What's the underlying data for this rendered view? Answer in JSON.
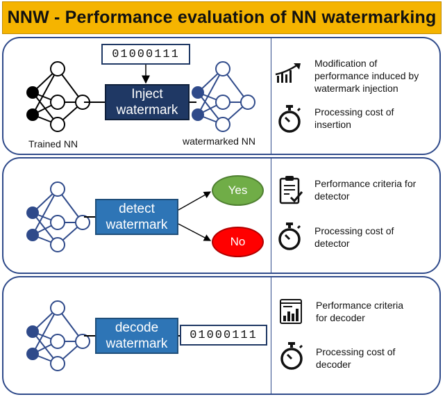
{
  "title": "NNW - Performance evaluation of NN watermarking",
  "panel1": {
    "code": "01000111",
    "action_line1": "Inject",
    "action_line2": "watermark",
    "left_caption": "Trained NN",
    "right_caption": "watermarked NN",
    "metrics": [
      {
        "icon": "chart-growth-icon",
        "lines": [
          "Modification of",
          "performance induced by",
          "watermark injection"
        ]
      },
      {
        "icon": "stopwatch-icon",
        "lines": [
          "Processing cost of",
          "insertion"
        ]
      }
    ]
  },
  "panel2": {
    "action_line1": "detect",
    "action_line2": "watermark",
    "yes_label": "Yes",
    "no_label": "No",
    "metrics": [
      {
        "icon": "clipboard-check-icon",
        "lines": [
          "Performance criteria for",
          "detector"
        ]
      },
      {
        "icon": "stopwatch-icon",
        "lines": [
          "Processing cost of",
          "detector"
        ]
      }
    ]
  },
  "panel3": {
    "action_line1": "decode",
    "action_line2": "watermark",
    "code": "01000111",
    "metrics": [
      {
        "icon": "report-chart-icon",
        "lines": [
          "Performance criteria",
          "for decoder"
        ]
      },
      {
        "icon": "stopwatch-icon",
        "lines": [
          "Processing cost of",
          "decoder"
        ]
      }
    ]
  },
  "colors": {
    "title_bg": "#f5b400",
    "panel_border": "#2f4a8a",
    "dark_box": "#1f3864",
    "blue_box": "#2e75b6",
    "yes": "#70ad47",
    "no": "#ff0000",
    "nn_black": "#000000",
    "nn_blue": "#2f4a8a"
  }
}
